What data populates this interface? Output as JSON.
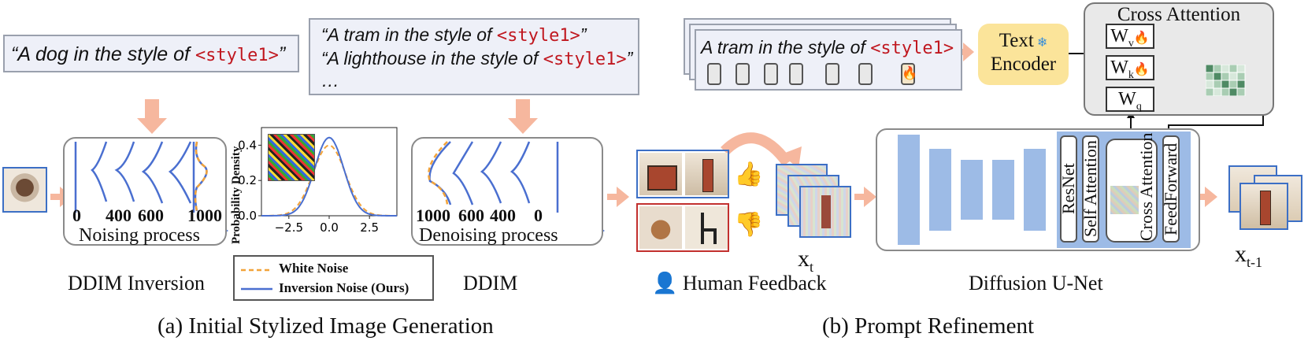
{
  "panel_a": {
    "prompt_single": "“A dog in the style of ",
    "prompt_single_end": "”",
    "prompt_multi": [
      {
        "text": "“A tram in the style of ",
        "end": "”"
      },
      {
        "text": "“A lighthouse in the style of ",
        "end": "”"
      }
    ],
    "ellipsis": "…",
    "style_token": "<style1>",
    "noising_label": "Noising process",
    "noising_ticks": [
      "0",
      "400",
      "600",
      "1000"
    ],
    "denoising_label": "Denoising process",
    "denoising_ticks": [
      "1000",
      "600",
      "400",
      "0"
    ],
    "ddim_inversion_label": "DDIM Inversion",
    "ddim_label": "DDIM",
    "caption": "(a)  Initial Stylized Image Generation"
  },
  "density_plot": {
    "ylabel": "Probability Density",
    "legend_white": "White Noise",
    "legend_inversion": "Inversion Noise (Ours)",
    "colors": {
      "white": "#f2a33a",
      "inversion": "#4a6fd0"
    }
  },
  "chart_data": {
    "type": "line",
    "title": "",
    "xlabel": "",
    "ylabel": "Probability Density",
    "xlim": [
      -4.2,
      4.2
    ],
    "ylim": [
      0,
      0.5
    ],
    "xticks": [
      "−2.5",
      "0.0",
      "2.5"
    ],
    "yticks": [
      "0.0",
      "0.2",
      "0.4"
    ],
    "series": [
      {
        "name": "White Noise",
        "style": "dashed",
        "mean": 0.0,
        "std": 1.0
      },
      {
        "name": "Inversion Noise (Ours)",
        "style": "solid",
        "mean": 0.0,
        "std": 0.9
      }
    ],
    "legend": "below"
  },
  "feedback": {
    "label": "Human Feedback",
    "xt": "x",
    "xt_sub": "t",
    "xt1": "x",
    "xt1_sub": "t-1"
  },
  "panel_b": {
    "prompt": "A tram in the style of ",
    "style_token": "<style1>",
    "text_encoder": [
      "Text",
      "Encoder"
    ],
    "cross_attention_title": "Cross Attention",
    "wv": "W",
    "wv_sub": "v",
    "wk": "W",
    "wk_sub": "k",
    "wq": "W",
    "wq_sub": "q",
    "unet_label": "Diffusion U-Net",
    "blocks": [
      "ResNet",
      "Self Attention",
      "Cross Attention",
      "FeedForward"
    ],
    "caption": "(b) Prompt Refinement"
  },
  "icons": {
    "like": "thumbs-up-icon",
    "dislike": "thumbs-down-icon",
    "fire": "fire-icon",
    "snow": "snowflake-icon",
    "person": "person-icon"
  }
}
